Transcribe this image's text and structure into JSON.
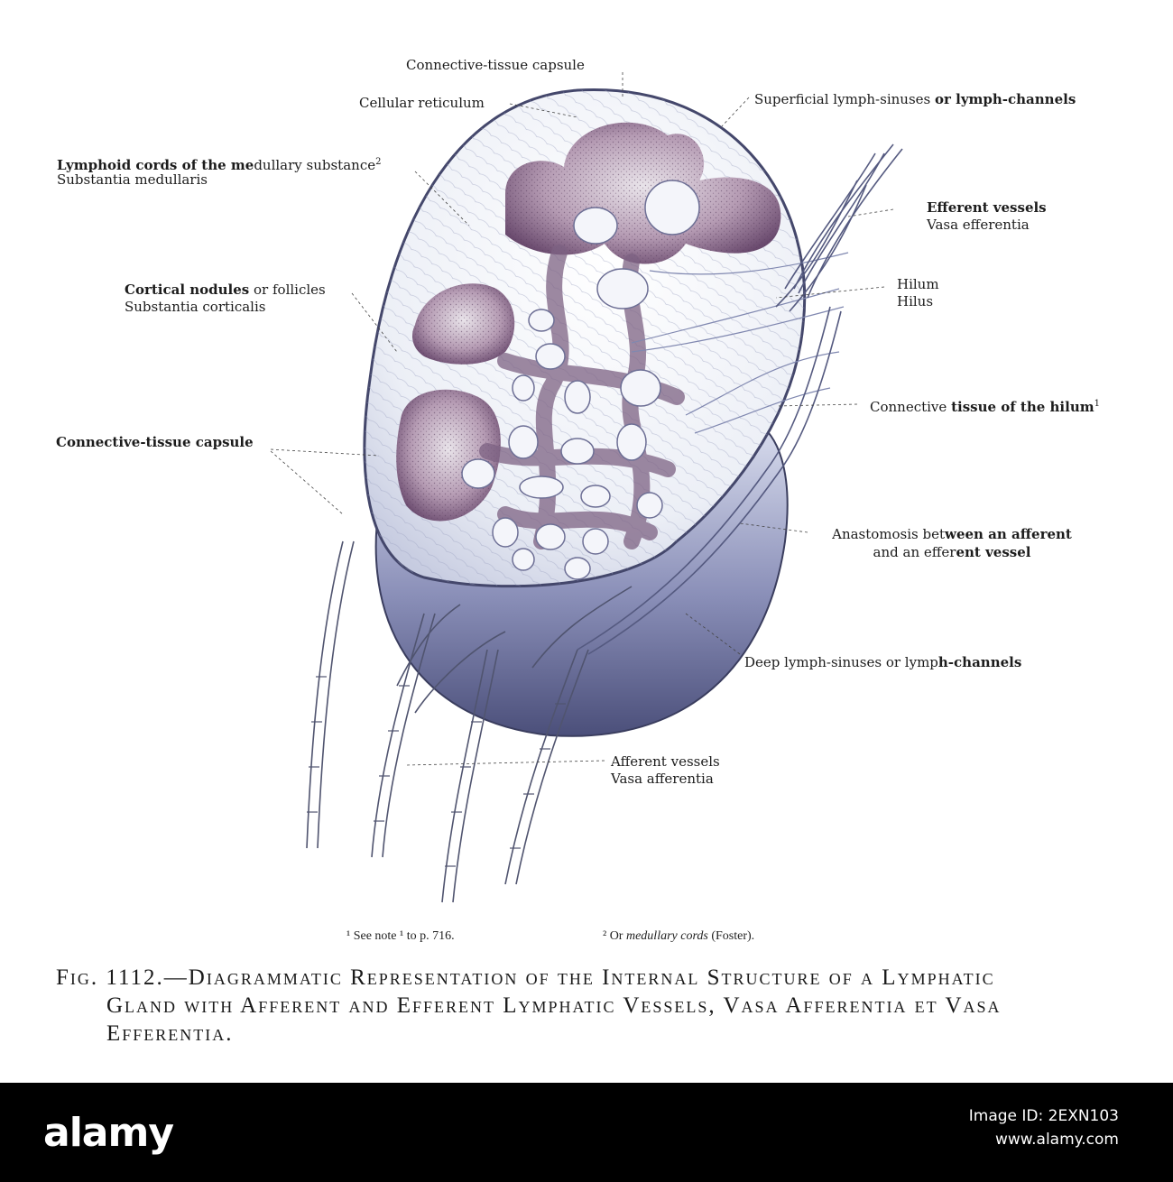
{
  "labels": {
    "capsule_top": "Connective-tissue capsule",
    "cellular_reticulum": "Cellular reticulum",
    "superficial_a": "Superficial lymph-sinuses ",
    "superficial_b": "or lymph-channels",
    "lymphoid_a": "Lymphoid cords of the me",
    "lymphoid_b": "dullary substance",
    "lymphoid_sup": "2",
    "lymphoid_latin": "Substantia medullaris",
    "efferent_en": "Efferent vessels",
    "efferent_la": "Vasa efferentia",
    "cortical_a": "Cortical nodules",
    "cortical_b": " or follicles",
    "cortical_latin": "Substantia corticalis",
    "hilum_en": "Hilum",
    "hilum_la": "Hilus",
    "conn_hilum_a": "Connective ",
    "conn_hilum_b": "tissue of the hilum",
    "conn_hilum_sup": "1",
    "capsule_left": "Connective-tissue capsule",
    "anastomosis_l1a": "Anastomosis bet",
    "anastomosis_l1b": "ween an afferent",
    "anastomosis_l2a": "and an effer",
    "anastomosis_l2b": "ent vessel",
    "deep_a": "Deep lymph-sinuses or lymp",
    "deep_b": "h-channels",
    "afferent_en": "Afferent vessels",
    "afferent_la": "Vasa afferentia"
  },
  "notes": {
    "note1": "¹ See note ¹ to p. 716.",
    "note2_a": "² Or ",
    "note2_b": "medullary cords",
    "note2_c": " (Foster)."
  },
  "caption": {
    "line1": "Fig. 1112.—Diagrammatic Representation of the Internal Structure of a Lymphatic",
    "line2": "Gland with Afferent and Efferent Lymphatic Vessels, Vasa Afferentia et Vasa",
    "line3": "Efferentia."
  },
  "footer": {
    "logo": "alamy",
    "image_id": "Image ID: 2EXN103",
    "site": "www.alamy.com"
  },
  "colors": {
    "cortex": "#6a4a6e",
    "capsule_shadow": "#4b4f7a",
    "background": "#ffffff",
    "footer": "#000000"
  }
}
